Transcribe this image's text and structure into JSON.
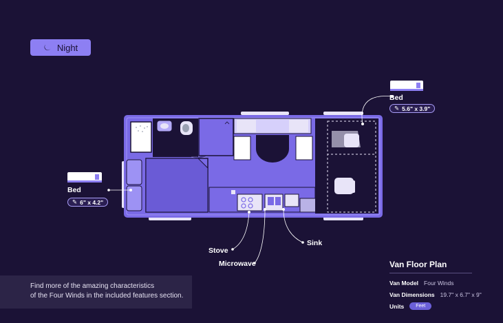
{
  "theme_toggle": {
    "label": "Night",
    "icon": "moon-icon"
  },
  "colors": {
    "background": "#1b1236",
    "accent": "#8d7ff3",
    "plan_fill": "#7a6ae6"
  },
  "callouts": {
    "bed_left": {
      "label": "Bed",
      "dimensions": "6\" x 4.2\""
    },
    "bed_right": {
      "label": "Bed",
      "dimensions": "5.6\" x 3.9\""
    },
    "stove": "Stove",
    "microwave": "Microwave",
    "sink": "Sink"
  },
  "info_box": {
    "line1": "Find more of the amazing characteristics",
    "line2": "of the Four Winds in the included features section."
  },
  "specs": {
    "title": "Van Floor Plan",
    "model_label": "Van Model",
    "model_value": "Four Winds",
    "dimensions_label": "Van Dimensions",
    "dimensions_value": "19.7\" x 6.7\" x 9\"",
    "units_label": "Units",
    "units_value": "Feet"
  }
}
